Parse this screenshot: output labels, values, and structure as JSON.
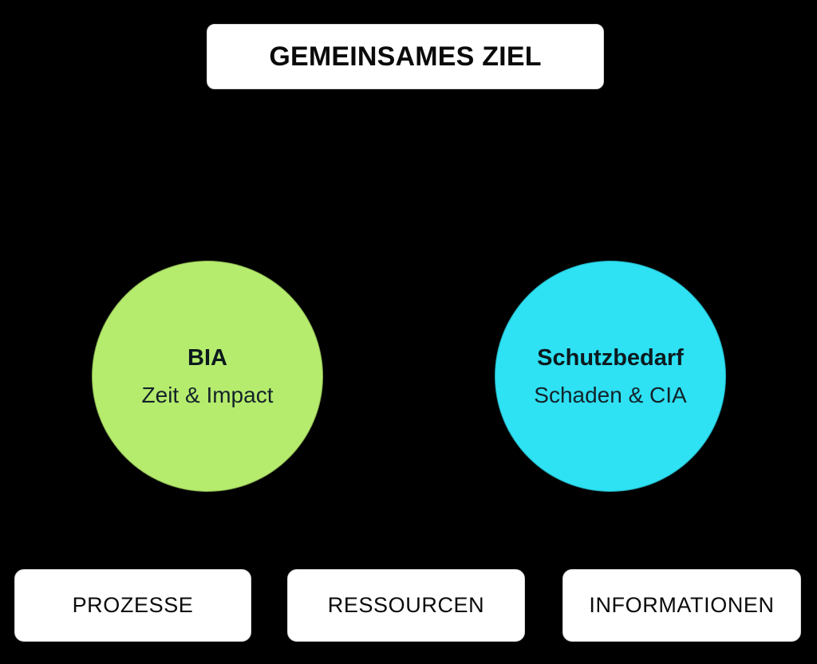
{
  "diagram": {
    "background_color": "#000000",
    "title_box": {
      "label": "GEMEINSAMES ZIEL"
    },
    "circles": [
      {
        "id": "bia",
        "title": "BIA",
        "subtitle": "Zeit & Impact",
        "fill_color": "#b6ec6d"
      },
      {
        "id": "schutzbedarf",
        "title": "Schutzbedarf",
        "subtitle": "Schaden & CIA",
        "fill_color": "#2ee1f3"
      }
    ],
    "bottom_boxes": [
      {
        "label": "PROZESSE"
      },
      {
        "label": "RESSOURCEN"
      },
      {
        "label": "INFORMATIONEN"
      }
    ]
  }
}
